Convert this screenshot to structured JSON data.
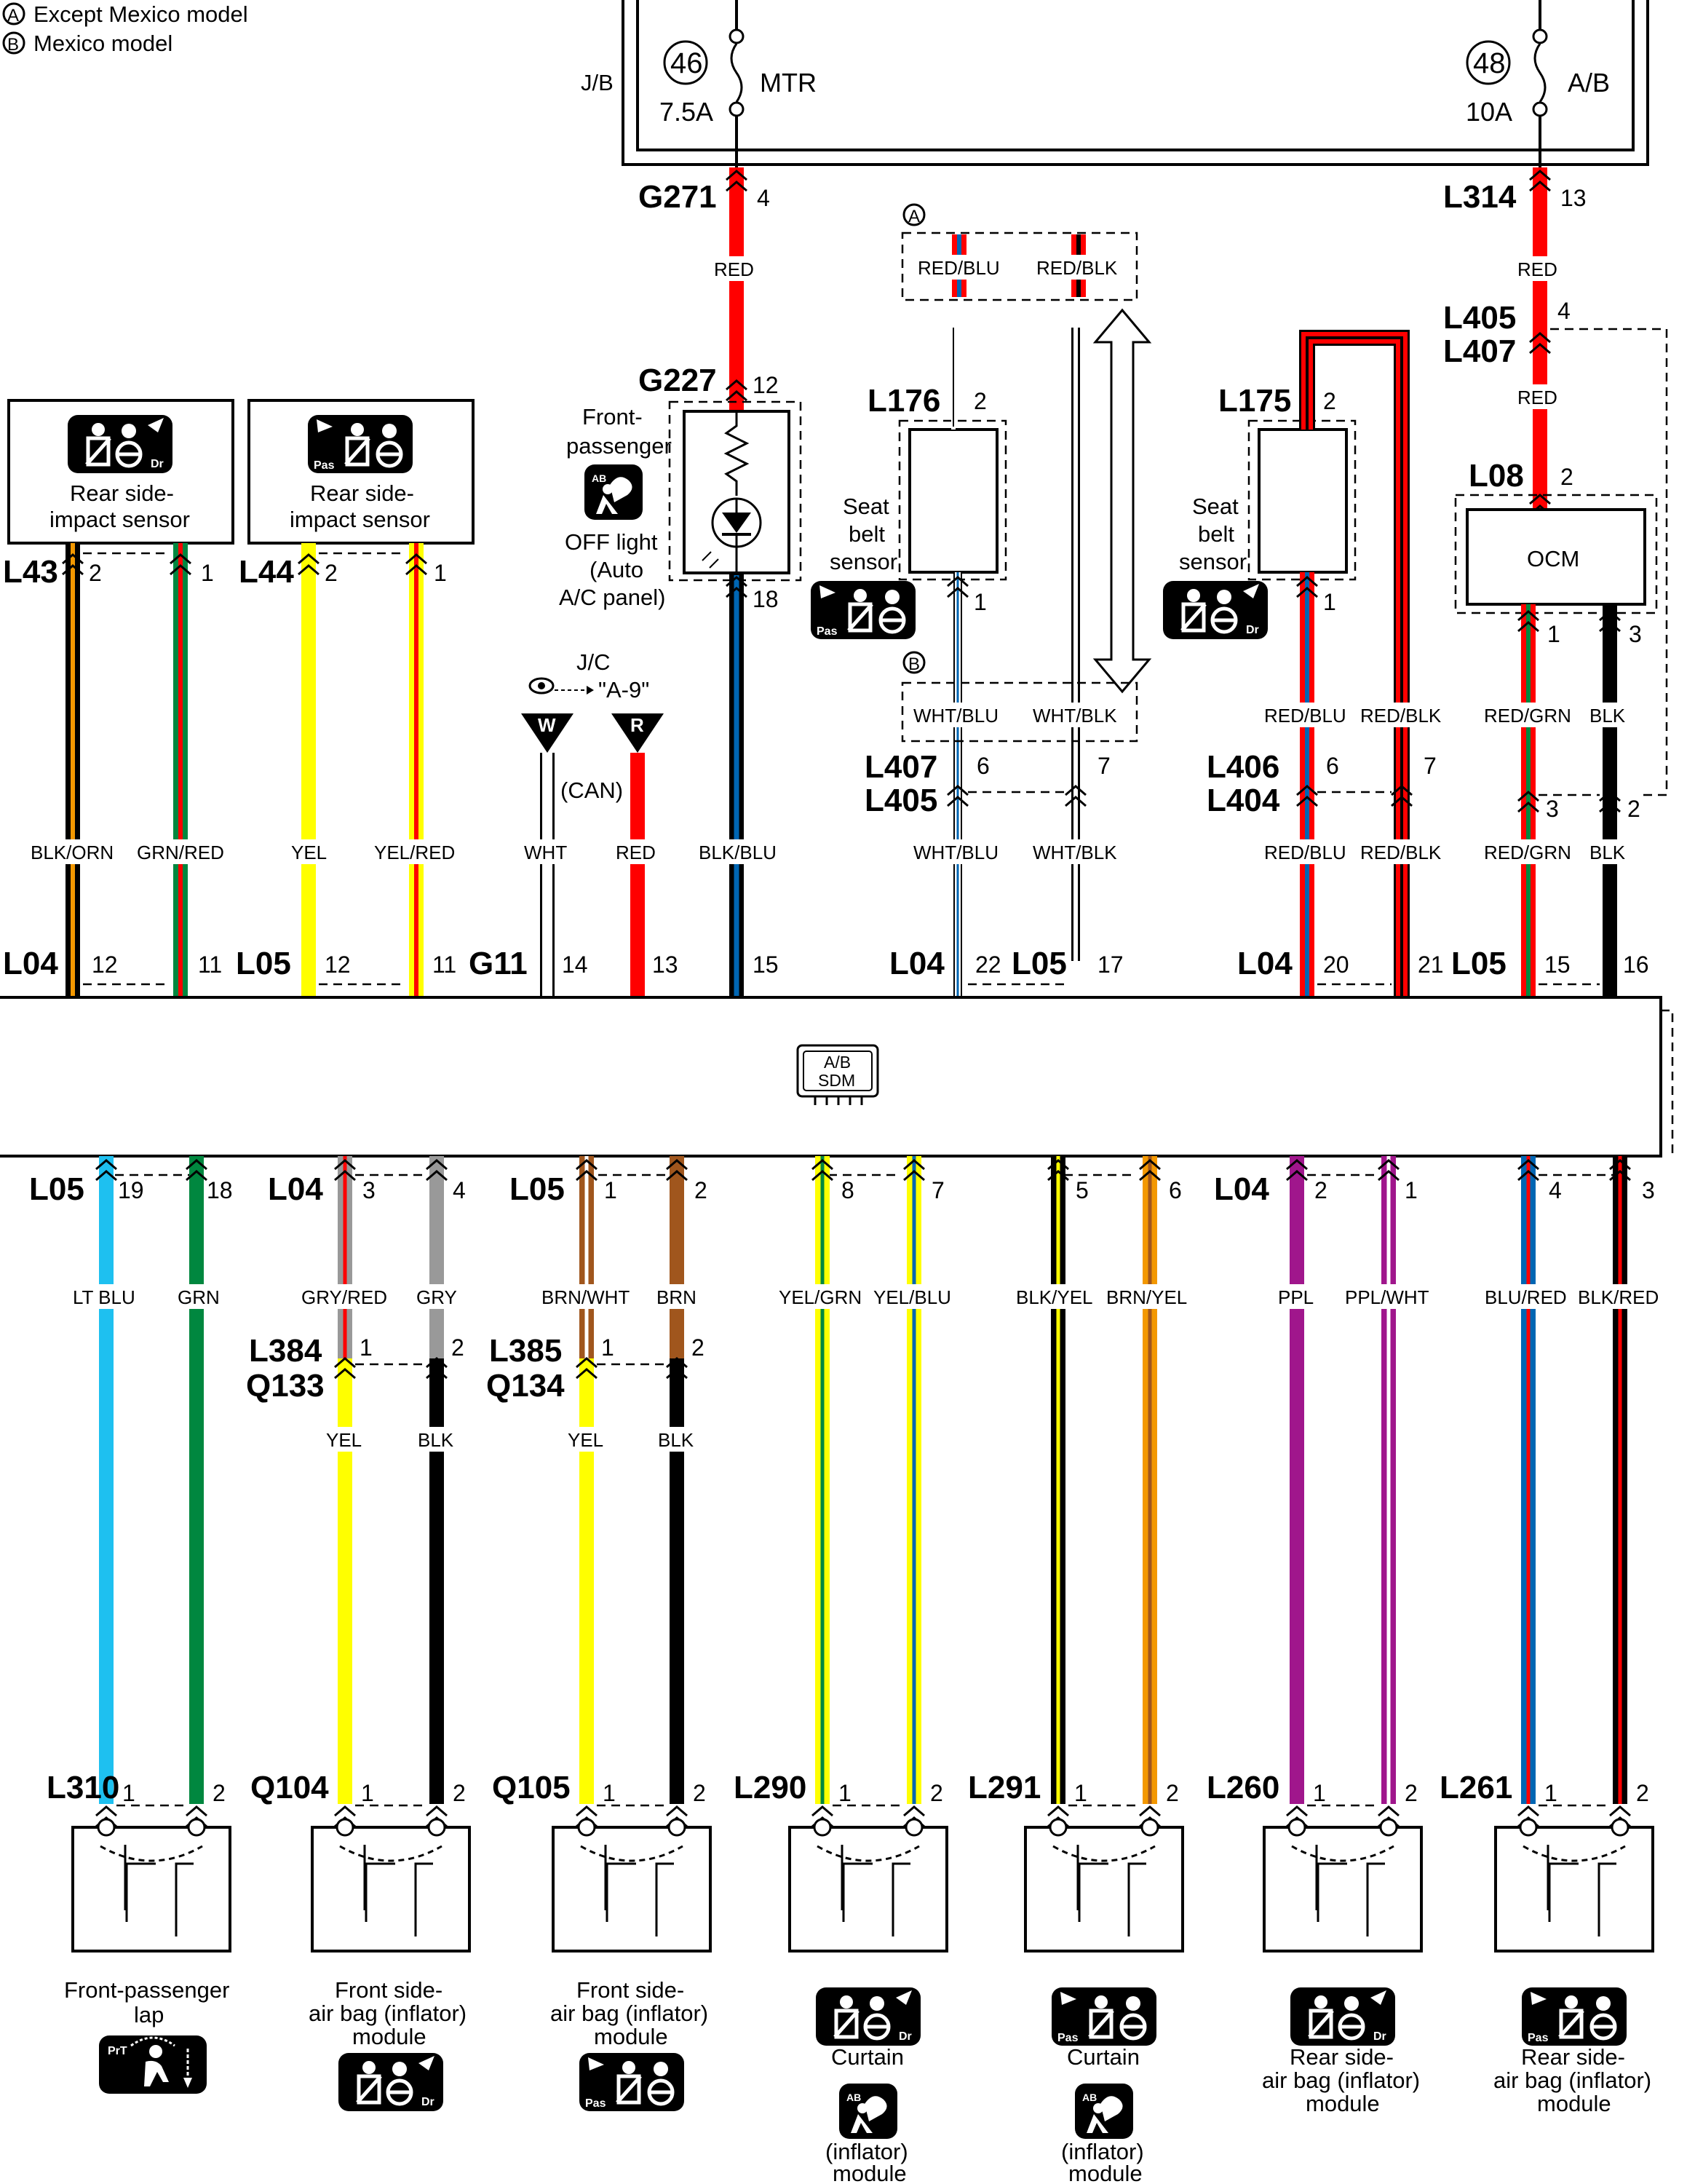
{
  "legend": {
    "a_mark": "A",
    "a_text": "Except Mexico model",
    "b_mark": "B",
    "b_text": "Mexico model"
  },
  "junction_box": {
    "jb_label": "J/B",
    "fuses": [
      {
        "number": "46",
        "rating": "7.5A",
        "name": "MTR"
      },
      {
        "number": "48",
        "rating": "10A",
        "name": "A/B"
      }
    ]
  },
  "connectors": {
    "G271": "G271",
    "L314": "L314",
    "L405": "L405",
    "L407": "L407",
    "G227": "G227",
    "L176": "L176",
    "L175": "L175",
    "L08": "L08",
    "L43": "L43",
    "L44": "L44",
    "L407b": "L407",
    "L405b": "L405",
    "L406": "L406",
    "L404": "L404",
    "L04a": "L04",
    "L05a": "L05",
    "G11": "G11",
    "L04b": "L04",
    "L05b": "L05",
    "L04c": "L04",
    "L05c": "L05",
    "L05d": "L05",
    "L04d": "L04",
    "L05e": "L05",
    "L04e": "L04",
    "L384": "L384",
    "Q133": "Q133",
    "L385": "L385",
    "Q134": "Q134",
    "L310": "L310",
    "Q104": "Q104",
    "Q105": "Q105",
    "L290": "L290",
    "L291": "L291",
    "L260": "L260",
    "L261": "L261"
  },
  "pins": {
    "p_g271": "4",
    "p_l314": "13",
    "p_l405": "4",
    "p_g227": "12",
    "p_g227b": "18",
    "p_l176": "2",
    "p_l176b": "1",
    "p_l175": "2",
    "p_l175b": "1",
    "p_l08": "2",
    "p_ocm1": "1",
    "p_ocm3": "3",
    "p_l43a": "2",
    "p_l43b": "1",
    "p_l44a": "2",
    "p_l44b": "1",
    "p_l407a": "6",
    "p_l407b": "7",
    "p_l406a": "6",
    "p_l406b": "7",
    "p_r3": "3",
    "p_r2": "2",
    "t12a": "12",
    "t11a": "11",
    "t12b": "12",
    "t11b": "11",
    "t14": "14",
    "t13": "13",
    "t15a": "15",
    "t22": "22",
    "t17": "17",
    "t20": "20",
    "t21": "21",
    "t15b": "15",
    "t16": "16",
    "b19": "19",
    "b18": "18",
    "b3": "3",
    "b4": "4",
    "b1a": "1",
    "b2a": "2",
    "b8": "8",
    "b7": "7",
    "b5": "5",
    "b6": "6",
    "b2b": "2",
    "b1b": "1",
    "b4b": "4",
    "b3b": "3",
    "m1a": "1",
    "m2a": "2",
    "m1b": "1",
    "m2b": "2",
    "d1a": "1",
    "d2a": "2",
    "d1b": "1",
    "d2b": "2",
    "d1c": "1",
    "d2c": "2",
    "d1d": "1",
    "d2d": "2",
    "d1e": "1",
    "d2e": "2",
    "d1f": "1",
    "d2f": "2",
    "d1g": "1",
    "d2g": "2"
  },
  "wires": {
    "red1": "RED",
    "red2": "RED",
    "red3": "RED",
    "grp_a_1": "RED/BLU",
    "grp_a_2": "RED/BLK",
    "grp_b_1": "WHT/BLU",
    "grp_b_2": "WHT/BLK",
    "rb1": "RED/BLU",
    "rb2": "RED/BLK",
    "rg": "RED/GRN",
    "blk": "BLK",
    "blkorn": "BLK/ORN",
    "grnred": "GRN/RED",
    "yel": "YEL",
    "yelred": "YEL/RED",
    "wht": "WHT",
    "red4": "RED",
    "blkblu": "BLK/BLU",
    "whtblu": "WHT/BLU",
    "whtblk": "WHT/BLK",
    "redblu2": "RED/BLU",
    "redblk2": "RED/BLK",
    "redgrn2": "RED/GRN",
    "blk2": "BLK",
    "ltblu": "LT BLU",
    "grn": "GRN",
    "gryred": "GRY/RED",
    "gry": "GRY",
    "brnwht": "BRN/WHT",
    "brn": "BRN",
    "yelgrn": "YEL/GRN",
    "yelblu": "YEL/BLU",
    "blkyel": "BLK/YEL",
    "brnyel": "BRN/YEL",
    "ppl": "PPL",
    "pplwht": "PPL/WHT",
    "blured": "BLU/RED",
    "blkred": "BLK/RED",
    "yel2": "YEL",
    "blk3": "BLK",
    "yel3": "YEL",
    "blk4": "BLK"
  },
  "labels": {
    "fp1": "Front-",
    "fp2": "passenger",
    "off1": "OFF light",
    "off2": "(Auto",
    "off3": "A/C panel)",
    "sbs1": "Seat",
    "sbs2": "belt",
    "sbs3": "sensor",
    "sbs4": "Seat",
    "sbs5": "belt",
    "sbs6": "sensor",
    "ocm": "OCM",
    "rs1": "Rear side-",
    "rs2": "impact sensor",
    "rs3": "Rear side-",
    "rs4": "impact sensor",
    "jc": "J/C",
    "ref": "\"A-9\"",
    "can": "(CAN)",
    "w": "W",
    "r": "R",
    "sdm1": "A/B",
    "sdm2": "SDM",
    "b1": "Front-passenger",
    "b2": "lap",
    "b3": "Front side-",
    "b4": "air bag (inflator)",
    "b5": "module",
    "b6": "Front side-",
    "b7": "air bag (inflator)",
    "b8": "module",
    "b9": "Curtain",
    "b10": "(inflator)",
    "b11": "module",
    "b12": "Curtain",
    "b13": "(inflator)",
    "b14": "module",
    "b15": "Rear side-",
    "b16": "air bag (inflator)",
    "b17": "module",
    "b18": "Rear side-",
    "b19": "air bag (inflator)",
    "b20": "module"
  },
  "icons": {
    "ab": "AB",
    "pas": "Pas",
    "dr": "Dr",
    "prt": "PrT"
  },
  "colors": {
    "RED": "#ff0000",
    "BLK": "#000000",
    "YEL": "#ffff00",
    "GRN": "#00873f",
    "LTBLU": "#1ec0f0",
    "BLU": "#0066b3",
    "GRY": "#999999",
    "BRN": "#a0561d",
    "ORN": "#f39800",
    "PPL": "#a0168c",
    "WHT": "#ffffff"
  }
}
